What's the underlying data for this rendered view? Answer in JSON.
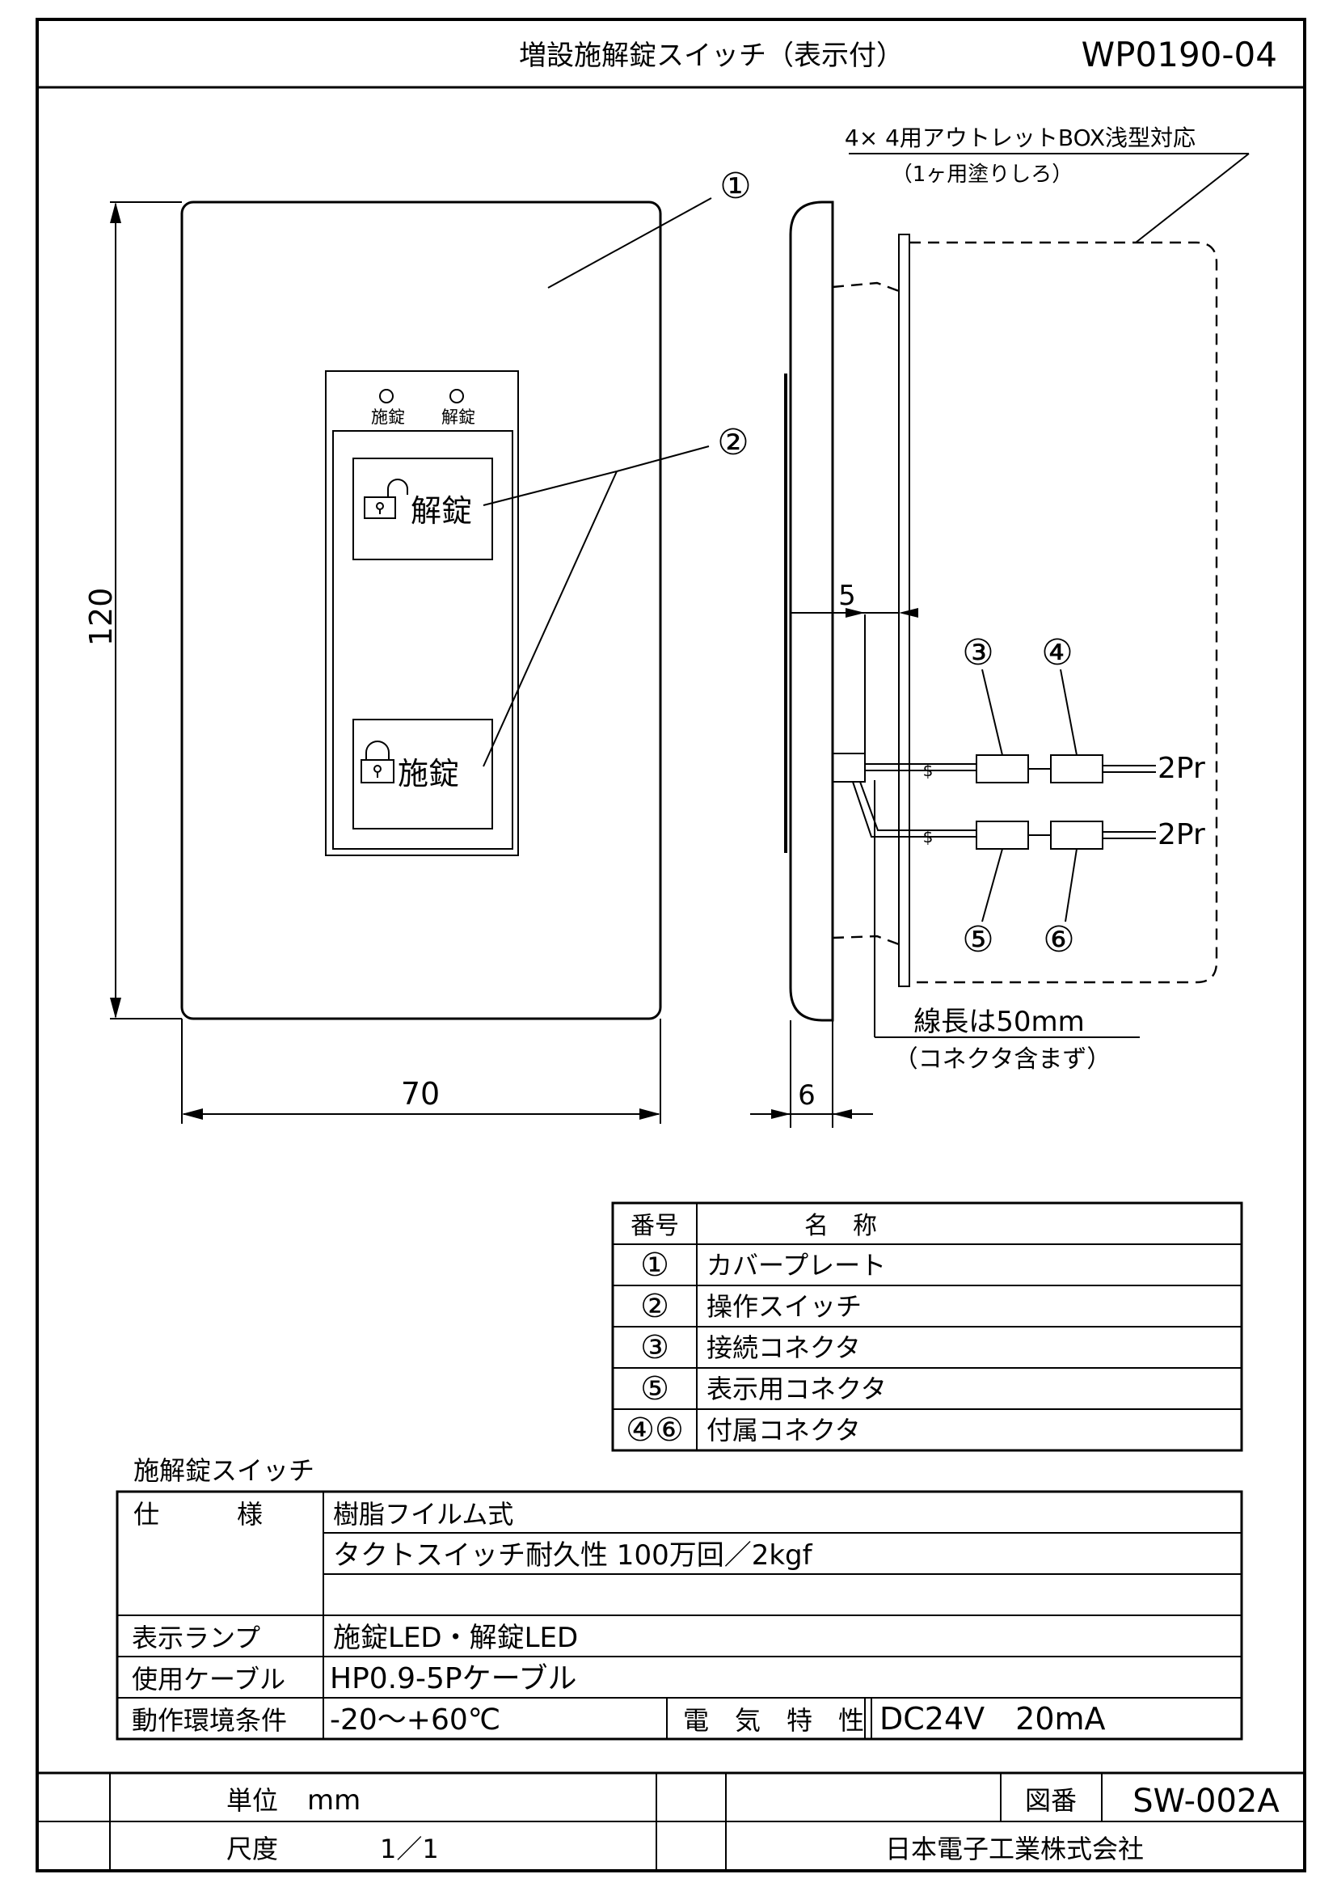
{
  "header": {
    "title": "増設施解錠スイッチ（表示付）",
    "doc_no": "WP0190-04"
  },
  "front_view": {
    "indicator_lock": "施錠",
    "indicator_unlock": "解錠",
    "button_unlock": "解錠",
    "button_lock": "施錠",
    "dim_height": "120",
    "dim_width": "70",
    "callout_1": "①",
    "callout_2": "②"
  },
  "side_view": {
    "box_note": "4× 4用アウトレットBOX浅型対応",
    "box_sub": "（1ヶ用塗りしろ）",
    "dim_5": "5",
    "dim_6": "6",
    "callout_3": "③",
    "callout_4": "④",
    "callout_5": "⑤",
    "callout_6": "⑥",
    "pair_1": "2Pr",
    "pair_2": "2Pr",
    "wire_note": "線長は50mm",
    "wire_sub": "（コネクタ含まず）"
  },
  "parts_table": {
    "header_no": "番号",
    "header_name": "名　称",
    "rows": [
      {
        "no": "①",
        "name": "カバープレート"
      },
      {
        "no": "②",
        "name": "操作スイッチ"
      },
      {
        "no": "③",
        "name": "接続コネクタ"
      },
      {
        "no": "⑤",
        "name": "表示用コネクタ"
      },
      {
        "no": "④⑥",
        "name": "付属コネクタ"
      }
    ]
  },
  "spec": {
    "title": "施解錠スイッチ",
    "spec_label": "仕　　　様",
    "spec_values": [
      "樹脂フイルム式",
      "タクトスイッチ耐久性 100万回／2kgf",
      ""
    ],
    "lamp_label": "表示ランプ",
    "lamp_value": "施錠LED・解錠LED",
    "cable_label": "使用ケーブル",
    "cable_value": "HP0.9-5Pケーブル",
    "env_label": "動作環境条件",
    "env_value": "-20～+60℃",
    "elec_label": "電　気　特　性",
    "elec_value": "DC24V　20mA"
  },
  "title_block": {
    "unit_label": "単位",
    "unit_value": "mm",
    "scale_label": "尺度",
    "scale_value": "1／1",
    "drawing_no_label": "図番",
    "drawing_no": "SW-002A",
    "company": "日本電子工業株式会社"
  }
}
